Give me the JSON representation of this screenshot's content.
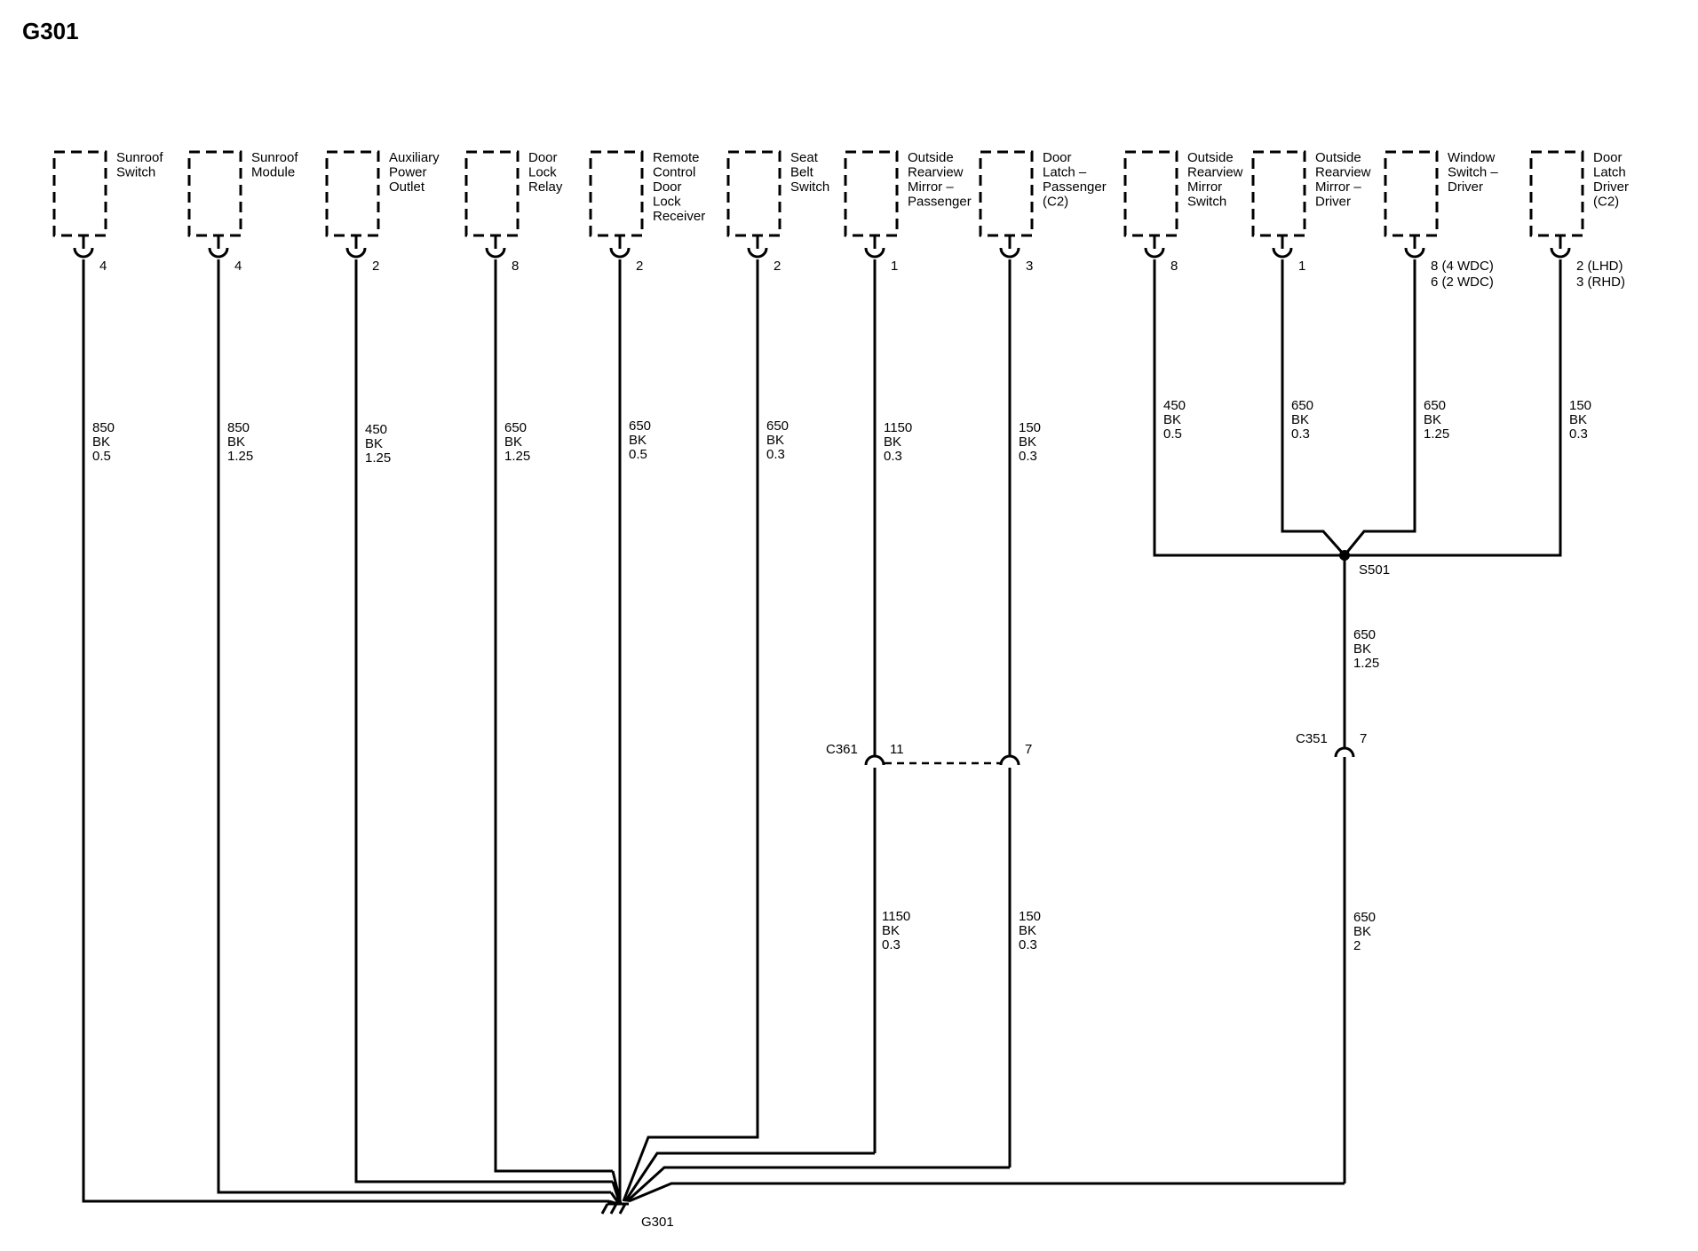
{
  "page_title": "G301",
  "ground_label": "G301",
  "splice_label": "S501",
  "components": [
    {
      "id": "sunroof-switch",
      "label": [
        "Sunroof",
        "Switch"
      ],
      "pin": [
        "4"
      ],
      "wire": [
        "850",
        "BK",
        "0.5"
      ]
    },
    {
      "id": "sunroof-module",
      "label": [
        "Sunroof",
        "Module"
      ],
      "pin": [
        "4"
      ],
      "wire": [
        "850",
        "BK",
        "1.25"
      ]
    },
    {
      "id": "auxiliary-power-outlet",
      "label": [
        "Auxiliary",
        "Power",
        "Outlet"
      ],
      "pin": [
        "2"
      ],
      "wire": [
        "450",
        "BK",
        "1.25"
      ]
    },
    {
      "id": "door-lock-relay",
      "label": [
        "Door",
        "Lock",
        "Relay"
      ],
      "pin": [
        "8"
      ],
      "wire": [
        "650",
        "BK",
        "1.25"
      ]
    },
    {
      "id": "remote-control-door-lock-receiver",
      "label": [
        "Remote",
        "Control",
        "Door",
        "Lock",
        "Receiver"
      ],
      "pin": [
        "2"
      ],
      "wire": [
        "650",
        "BK",
        "0.5"
      ]
    },
    {
      "id": "seat-belt-switch",
      "label": [
        "Seat",
        "Belt",
        "Switch"
      ],
      "pin": [
        "2"
      ],
      "wire": [
        "650",
        "BK",
        "0.3"
      ]
    },
    {
      "id": "outside-rearview-mirror-passenger",
      "label": [
        "Outside",
        "Rearview",
        "Mirror –",
        "Passenger"
      ],
      "pin": [
        "1"
      ],
      "wire": [
        "1150",
        "BK",
        "0.3"
      ]
    },
    {
      "id": "door-latch-passenger",
      "label": [
        "Door",
        "Latch –",
        "Passenger",
        "(C2)"
      ],
      "pin": [
        "3"
      ],
      "wire": [
        "150",
        "BK",
        "0.3"
      ]
    },
    {
      "id": "outside-rearview-mirror-switch",
      "label": [
        "Outside",
        "Rearview",
        "Mirror",
        "Switch"
      ],
      "pin": [
        "8"
      ],
      "wire": [
        "450",
        "BK",
        "0.5"
      ]
    },
    {
      "id": "outside-rearview-mirror-driver",
      "label": [
        "Outside",
        "Rearview",
        "Mirror –",
        "Driver"
      ],
      "pin": [
        "1"
      ],
      "wire": [
        "650",
        "BK",
        "0.3"
      ]
    },
    {
      "id": "window-switch-driver",
      "label": [
        "Window",
        "Switch –",
        "Driver"
      ],
      "pin": [
        "8 (4 WDC)",
        "6 (2 WDC)"
      ],
      "wire": [
        "650",
        "BK",
        "1.25"
      ]
    },
    {
      "id": "door-latch-driver",
      "label": [
        "Door",
        "Latch",
        "Driver",
        "(C2)"
      ],
      "pin": [
        "2 (LHD)",
        "3 (RHD)"
      ],
      "wire": [
        "150",
        "BK",
        "0.3"
      ]
    }
  ],
  "connectors": {
    "c361": {
      "name": "C361",
      "pin_mirror": "11",
      "pin_latch": "7"
    },
    "c351": {
      "name": "C351",
      "pin": "7"
    }
  },
  "lower_wires": {
    "mirror_passenger": [
      "1150",
      "BK",
      "0.3"
    ],
    "latch_passenger": [
      "150",
      "BK",
      "0.3"
    ],
    "splice_out": [
      "650",
      "BK",
      "1.25"
    ],
    "c351_out": [
      "650",
      "BK",
      "2"
    ]
  }
}
